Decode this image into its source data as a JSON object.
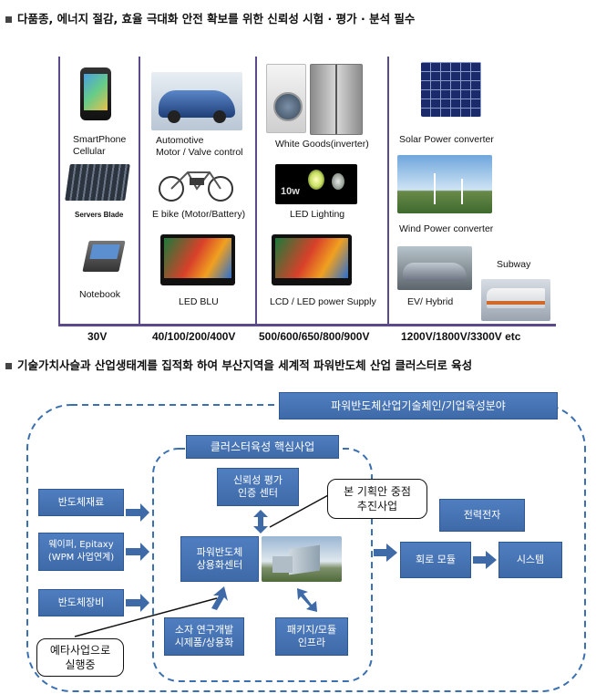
{
  "section1": {
    "heading": "다품종, 에너지 절감, 효율 극대화 안전 확보를 위한 신뢰성 시험 · 평가 · 분석 필수",
    "columns": [
      {
        "voltage": "30V",
        "items": [
          {
            "label": "SmartPhone\nCellular",
            "icon": "smartphone-image"
          },
          {
            "label": "Servers Blade",
            "icon": "server-blade-image"
          },
          {
            "label": "Notebook",
            "icon": "notebook-image"
          }
        ]
      },
      {
        "voltage": "40/100/200/400V",
        "items": [
          {
            "label": "Automotive\nMotor / Valve control",
            "icon": "car-image"
          },
          {
            "label": "E bike (Motor/Battery)",
            "icon": "ebike-image"
          },
          {
            "label": "LED BLU",
            "icon": "tv-image"
          }
        ]
      },
      {
        "voltage": "500/600/650/800/900V",
        "items": [
          {
            "label": "White Goods(inverter)",
            "icon": "washer-fridge-image"
          },
          {
            "label": "LED Lighting",
            "icon": "led-bulb-image"
          },
          {
            "label": "LCD / LED power Supply",
            "icon": "tv-image"
          }
        ]
      },
      {
        "voltage": "1200V/1800V/3300V etc",
        "items": [
          {
            "label": "Solar Power converter",
            "icon": "solar-panel-image"
          },
          {
            "label": "Wind Power converter",
            "icon": "wind-turbine-image"
          },
          {
            "label": "EV/ Hybrid",
            "icon": "ev-image"
          },
          {
            "label": "Subway",
            "icon": "subway-image"
          }
        ]
      }
    ],
    "bar_watermark": "10w"
  },
  "section2": {
    "heading": "기술가치사슬과 산업생태계를 집적화 하여 부산지역을 세계적 파워반도체 산업 클러스터로 육성",
    "outer_title": "파워반도체산업기술체인/기업육성분야",
    "inner_title": "클러스터육성 핵심사업",
    "inputs": [
      "반도체재료",
      "웨이퍼, Epitaxy\n(WPM 사업연계)",
      "반도체장비"
    ],
    "reliability": "신뢰성 평가\n인증 센터",
    "center": "파워반도체\n상용화센터",
    "device_dev": "소자 연구개발\n시제품/상용화",
    "package": "패키지/모듈\n인프라",
    "callout_main": "본 기획안 중점\n추진사업",
    "callout_ongoing": "예타사업으로\n실행중",
    "power_electronics": "전력전자",
    "circuit_module": "회로 모듈",
    "system": "시스템"
  },
  "colors": {
    "box_blue": "#4a78b8",
    "dashed_blue": "#3a6fb0",
    "arrow_blue": "#3f6aa8",
    "divider_purple": "#5b4a8b"
  }
}
